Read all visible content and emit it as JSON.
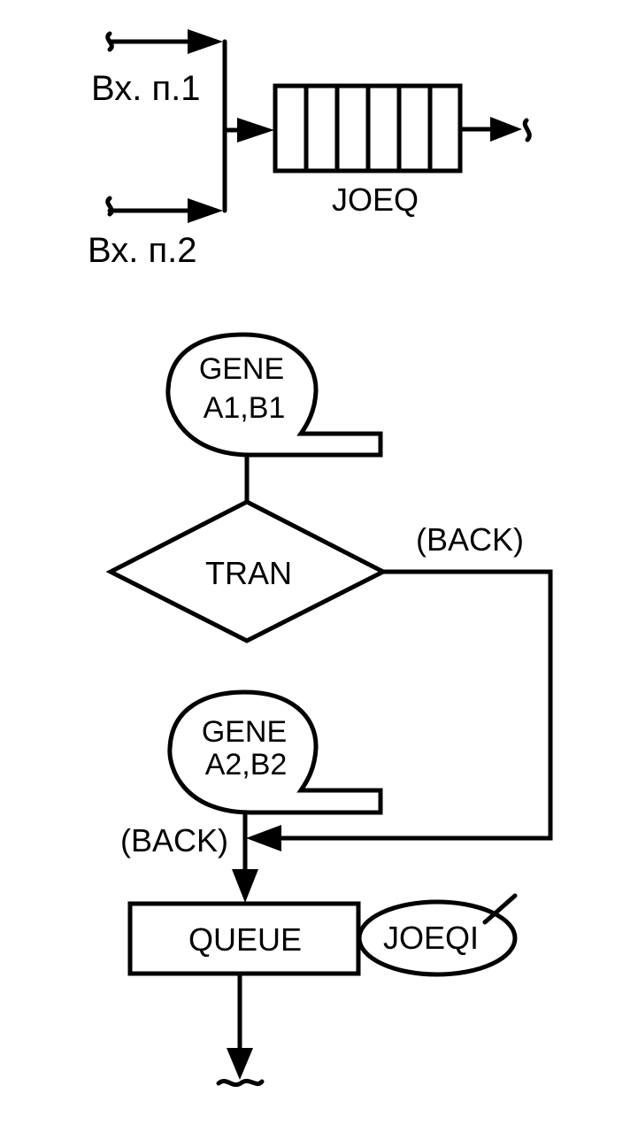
{
  "top": {
    "input1_label": "Вх. п.1",
    "input2_label": "Вх. п.2",
    "queue_label": "JOEQ",
    "queue_cells": 6
  },
  "flow": {
    "gene1_line1": "GENE",
    "gene1_line2": "A1,B1",
    "tran_label": "TRAN",
    "back_label_right": "(BACK)",
    "gene2_line1": "GENE",
    "gene2_line2": "A2,B2",
    "back_label_left": "(BACK)",
    "queue_block_label": "QUEUE",
    "queue_ref_label": "JOEQI"
  },
  "colors": {
    "stroke": "#000000",
    "background": "#ffffff"
  }
}
